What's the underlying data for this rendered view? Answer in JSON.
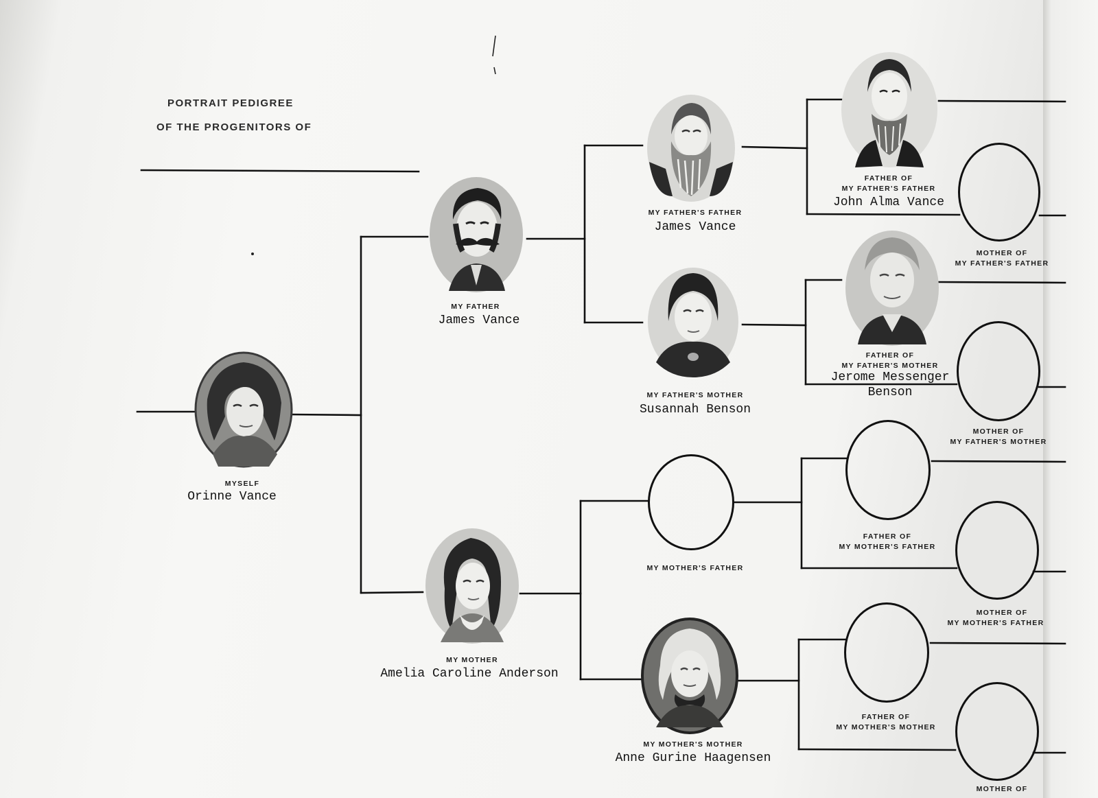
{
  "heading": {
    "line1": "PORTRAIT PEDIGREE",
    "line2": "OF THE PROGENITORS OF"
  },
  "people": {
    "myself": {
      "caption": "MYSELF",
      "name": "Orinne Vance"
    },
    "father": {
      "caption": "MY FATHER",
      "name": "James Vance"
    },
    "mother": {
      "caption": "MY MOTHER",
      "name": "Amelia Caroline Anderson"
    },
    "fathers_father": {
      "caption": "MY FATHER'S FATHER",
      "name": "James Vance"
    },
    "fathers_mother": {
      "caption": "MY FATHER'S MOTHER",
      "name": "Susannah Benson"
    },
    "mothers_father": {
      "caption": "MY MOTHER'S FATHER",
      "name": ""
    },
    "mothers_mother": {
      "caption": "MY MOTHER'S MOTHER",
      "name": "Anne Gurine Haagensen"
    },
    "ff_father": {
      "caption_line1": "FATHER OF",
      "caption_line2": "MY FATHER'S FATHER",
      "name": "John Alma Vance"
    },
    "ff_mother": {
      "caption_line1": "MOTHER OF",
      "caption_line2": "MY FATHER'S FATHER",
      "name": ""
    },
    "fm_father": {
      "caption_line1": "FATHER OF",
      "caption_line2": "MY FATHER'S MOTHER",
      "name_line1": "Jerome Messenger",
      "name_line2": "Benson"
    },
    "fm_mother": {
      "caption_line1": "MOTHER OF",
      "caption_line2": "MY FATHER'S MOTHER",
      "name": ""
    },
    "mf_father": {
      "caption_line1": "FATHER OF",
      "caption_line2": "MY MOTHER'S FATHER",
      "name": ""
    },
    "mf_mother": {
      "caption_line1": "MOTHER OF",
      "caption_line2": "MY MOTHER'S FATHER",
      "name": ""
    },
    "mm_father": {
      "caption_line1": "FATHER OF",
      "caption_line2": "MY MOTHER'S MOTHER",
      "name": ""
    },
    "mm_mother": {
      "caption_line1": "MOTHER OF",
      "caption_line2": "",
      "name": ""
    }
  },
  "colors": {
    "ink": "#111111",
    "paper": "#f4f4f2"
  }
}
